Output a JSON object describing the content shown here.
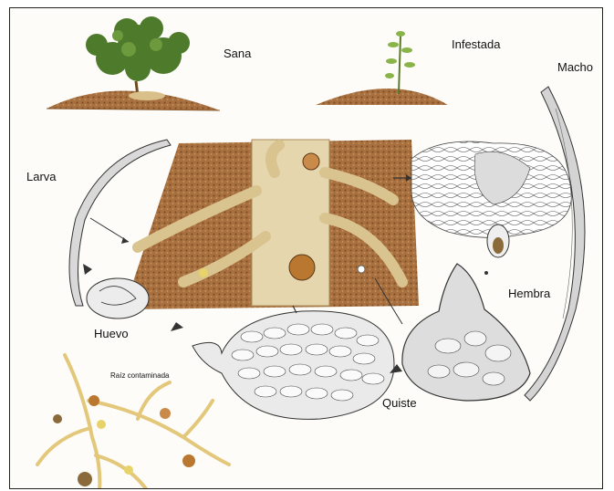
{
  "labels": {
    "sana": "Sana",
    "infestada": "Infestada",
    "macho": "Macho",
    "larva": "Larva",
    "hembra": "Hembra",
    "huevo": "Huevo",
    "quiste": "Quiste",
    "raiz": "Raíz contaminada"
  },
  "colors": {
    "soil": "#b07a4a",
    "root": "#e9d7ae",
    "foliage": "#4e7a2c",
    "cyst": "#b9772f",
    "outline": "#3a3a3a"
  }
}
